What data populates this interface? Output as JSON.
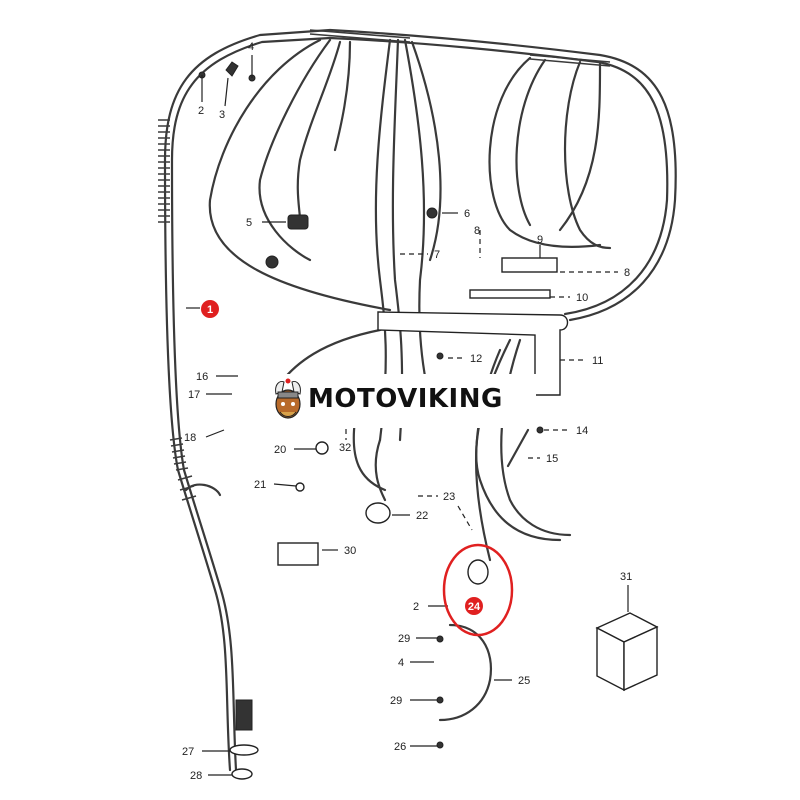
{
  "watermark": {
    "text": "MOTOVIKING",
    "logo_icon": "viking-helmet-logo-icon"
  },
  "highlight": {
    "color": "#e02020",
    "parts": [
      "1",
      "24"
    ]
  },
  "callouts": [
    {
      "id": "c1",
      "label": "1"
    },
    {
      "id": "c2a",
      "label": "2"
    },
    {
      "id": "c3",
      "label": "3"
    },
    {
      "id": "c4a",
      "label": "4"
    },
    {
      "id": "c5",
      "label": "5"
    },
    {
      "id": "c6",
      "label": "6"
    },
    {
      "id": "c7",
      "label": "7"
    },
    {
      "id": "c8a",
      "label": "8"
    },
    {
      "id": "c8b",
      "label": "8"
    },
    {
      "id": "c9",
      "label": "9"
    },
    {
      "id": "c10",
      "label": "10"
    },
    {
      "id": "c11",
      "label": "11"
    },
    {
      "id": "c12",
      "label": "12"
    },
    {
      "id": "c14",
      "label": "14"
    },
    {
      "id": "c15",
      "label": "15"
    },
    {
      "id": "c16",
      "label": "16"
    },
    {
      "id": "c17",
      "label": "17"
    },
    {
      "id": "c18",
      "label": "18"
    },
    {
      "id": "c20",
      "label": "20"
    },
    {
      "id": "c21",
      "label": "21"
    },
    {
      "id": "c22",
      "label": "22"
    },
    {
      "id": "c23",
      "label": "23"
    },
    {
      "id": "c24",
      "label": "24"
    },
    {
      "id": "c25",
      "label": "25"
    },
    {
      "id": "c26",
      "label": "26"
    },
    {
      "id": "c27",
      "label": "27"
    },
    {
      "id": "c28",
      "label": "28"
    },
    {
      "id": "c29a",
      "label": "29"
    },
    {
      "id": "c29b",
      "label": "29"
    },
    {
      "id": "c30",
      "label": "30"
    },
    {
      "id": "c31",
      "label": "31"
    },
    {
      "id": "c32",
      "label": "32"
    },
    {
      "id": "c2b",
      "label": "2"
    },
    {
      "id": "c4b",
      "label": "4"
    }
  ]
}
